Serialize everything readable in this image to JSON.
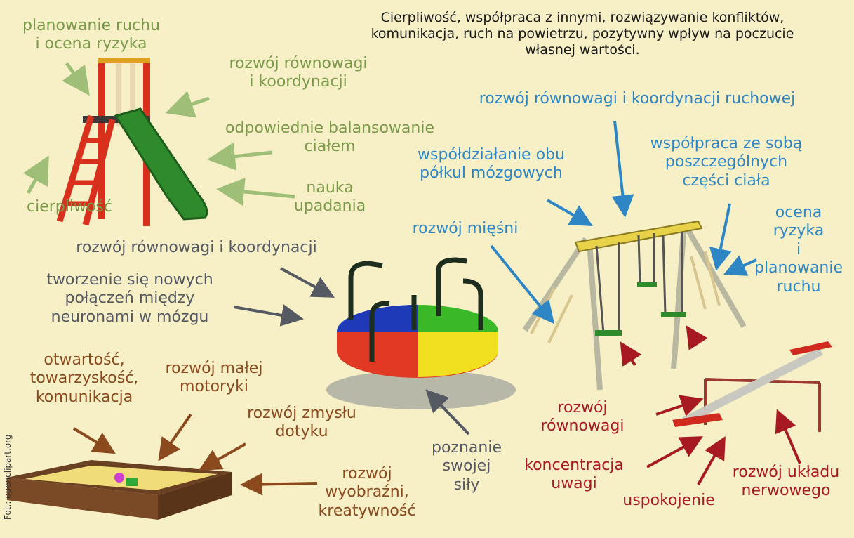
{
  "header": {
    "lines": [
      "Cierpliwość, współpraca z innymi, rozwiązywanie konfliktów,",
      "komunikacja, ruch na powietrzu, pozytywny wpływ na poczucie",
      "własnej wartości."
    ]
  },
  "slide": {
    "labels": [
      [
        "planowanie ruchu",
        "i ocena ryzyka"
      ],
      [
        "rozwój równowagi",
        "i koordynacji"
      ],
      [
        "odpowiednie balansowanie",
        "ciałem"
      ],
      [
        "nauka",
        "upadania"
      ],
      [
        "cierpliwość"
      ]
    ]
  },
  "swing": {
    "labels": [
      [
        "rozwój równowagi i koordynacji ruchowej"
      ],
      [
        "współdziałanie obu",
        "półkul mózgowych"
      ],
      [
        "współpraca ze sobą",
        "poszczególnych",
        "części ciała"
      ],
      [
        "ocena",
        "ryzyka",
        "i",
        "planowanie",
        "ruchu"
      ],
      [
        "rozwój mięśni"
      ]
    ]
  },
  "carousel": {
    "labels": [
      [
        "rozwój równowagi i koordynacji"
      ],
      [
        "tworzenie się nowych",
        "połączeń między",
        "neuronami w mózgu"
      ],
      [
        "poznanie",
        "swojej",
        "siły"
      ]
    ]
  },
  "sandbox": {
    "labels": [
      [
        "otwartość,",
        "towarzyskość,",
        "komunikacja"
      ],
      [
        "rozwój małej",
        "motoryki"
      ],
      [
        "rozwój zmysłu",
        "dotyku"
      ],
      [
        "rozwój",
        "wyobraźni,",
        "kreatywność"
      ]
    ]
  },
  "seesaw": {
    "labels": [
      [
        "rozwój",
        "równowagi"
      ],
      [
        "koncentracja",
        "uwagi"
      ],
      [
        "uspokojenie"
      ],
      [
        "rozwój układu",
        "nerwowego"
      ]
    ]
  },
  "credit": "Fot.: openclipart.org",
  "colors": {
    "background": "#f7efc6",
    "slide_group": "#7a9a4a",
    "swing_group": "#2f86c5",
    "carousel_group": "#555a62",
    "sandbox_group": "#8a4a1e",
    "seesaw_group": "#a81a22"
  }
}
